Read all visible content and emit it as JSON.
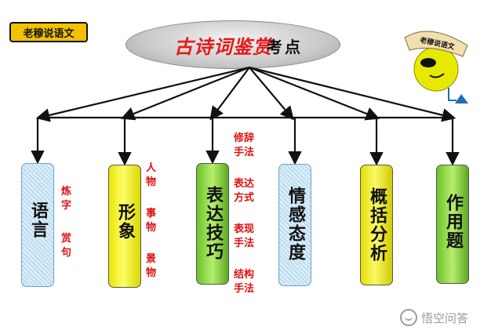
{
  "badge": {
    "label": "老穆说语文"
  },
  "title": {
    "main": "古诗词鉴赏",
    "sub": "考点"
  },
  "mascot": {
    "hat_text": "老穆说语文"
  },
  "nodes": [
    {
      "label": "语言"
    },
    {
      "label": "形象"
    },
    {
      "label": "表达技巧"
    },
    {
      "label": "情感态度"
    },
    {
      "label": "概括分析"
    },
    {
      "label": "作用题"
    }
  ],
  "notes": {
    "language": [
      "炼字",
      "赏句"
    ],
    "image": [
      "人物",
      "事物",
      "景物"
    ],
    "technique": [
      "修辞手法",
      "表达方式",
      "表现手法",
      "结构手法"
    ]
  },
  "watermark": {
    "text": "悟空问答"
  },
  "colors": {
    "title_red": "#e51a1a",
    "note_red": "#e01010",
    "badge_yellow": "#f2c200",
    "node_blue": "#cfe6f5",
    "node_yellow": "#f3f100",
    "node_green": "#8fd84a"
  }
}
